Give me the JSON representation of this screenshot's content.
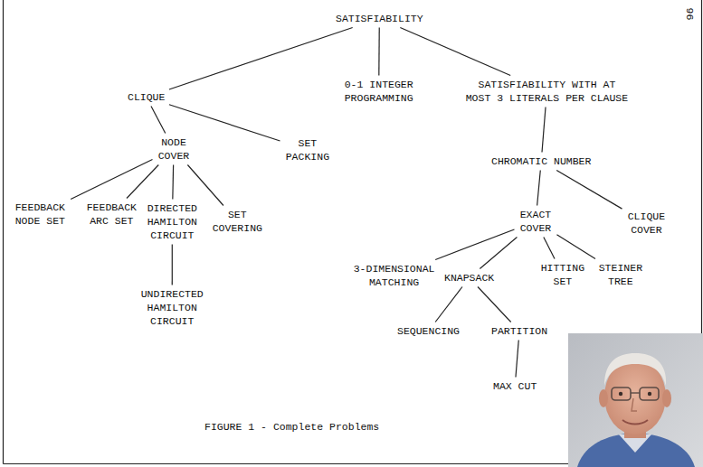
{
  "diagram": {
    "caption": "FIGURE 1 - Complete Problems",
    "nodes": [
      {
        "text": [
          "SATISFIABILITY"
        ]
      },
      {
        "text": [
          "CLIQUE"
        ]
      },
      {
        "text": [
          "0-1 INTEGER PROGRAMMING"
        ]
      },
      {
        "text": [
          "SATISFIABILITY WITH AT MOST 3 LITERALS PER CLAUSE"
        ]
      },
      {
        "text": [
          "NODE COVER"
        ]
      },
      {
        "text": [
          "SET PACKING"
        ]
      },
      {
        "text": [
          "CHROMATIC NUMBER"
        ]
      },
      {
        "text": [
          "FEEDBACK NODE SET"
        ]
      },
      {
        "text": [
          "FEEDBACK ARC SET"
        ]
      },
      {
        "text": [
          "DIRECTED HAMILTON CIRCUIT"
        ]
      },
      {
        "text": [
          "SET COVERING"
        ]
      },
      {
        "text": [
          "EXACT COVER"
        ]
      },
      {
        "text": [
          "CLIQUE COVER"
        ]
      },
      {
        "text": [
          "UNDIRECTED HAMILTON CIRCUIT"
        ]
      },
      {
        "text": [
          "3-DIMENSIONAL MATCHING"
        ]
      },
      {
        "text": [
          "KNAPSACK"
        ]
      },
      {
        "text": [
          "HITTING SET"
        ]
      },
      {
        "text": [
          "STEINER TREE"
        ]
      },
      {
        "text": [
          "SEQUENCING"
        ]
      },
      {
        "text": [
          "PARTITION"
        ]
      },
      {
        "text": [
          "MAX CUT"
        ]
      }
    ],
    "edges": [
      {
        "from": 0,
        "to": 1,
        "arrow": "none"
      },
      {
        "from": 0,
        "to": 2,
        "arrow": "none"
      },
      {
        "from": 0,
        "to": 3,
        "arrow": "none"
      },
      {
        "from": 1,
        "to": 4,
        "arrow": "none"
      },
      {
        "from": 1,
        "to": 5,
        "arrow": "none"
      },
      {
        "from": 3,
        "to": 6,
        "arrow": "none"
      },
      {
        "from": 4,
        "to": 7,
        "arrow": "none"
      },
      {
        "from": 4,
        "to": 8,
        "arrow": "none"
      },
      {
        "from": 4,
        "to": 9,
        "arrow": "none"
      },
      {
        "from": 4,
        "to": 10,
        "arrow": "none"
      },
      {
        "from": 9,
        "to": 13,
        "arrow": "none"
      },
      {
        "from": 6,
        "to": 11,
        "arrow": "none"
      },
      {
        "from": 6,
        "to": 12,
        "arrow": "none"
      },
      {
        "from": 11,
        "to": 14,
        "arrow": "none"
      },
      {
        "from": 11,
        "to": 15,
        "arrow": "none"
      },
      {
        "from": 11,
        "to": 16,
        "arrow": "none"
      },
      {
        "from": 11,
        "to": 17,
        "arrow": "none"
      },
      {
        "from": 15,
        "to": 18,
        "arrow": "none"
      },
      {
        "from": 15,
        "to": 19,
        "arrow": "none"
      },
      {
        "from": 19,
        "to": 20,
        "arrow": "none"
      }
    ],
    "labels": [
      "96"
    ]
  }
}
